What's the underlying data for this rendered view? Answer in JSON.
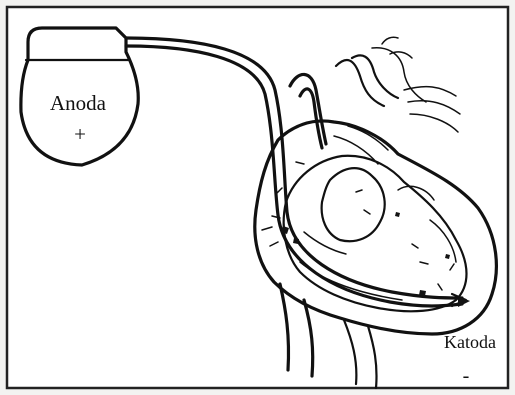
{
  "labels": {
    "anode": "Anoda",
    "anode_sign": "+",
    "cathode": "Katoda",
    "cathode_sign": "-"
  },
  "colors": {
    "background": "#f3f3f1",
    "ink": "#111111",
    "frame": "#222222"
  },
  "icons": {
    "device": "pacemaker-generator-icon",
    "heart": "heart-illustration"
  }
}
